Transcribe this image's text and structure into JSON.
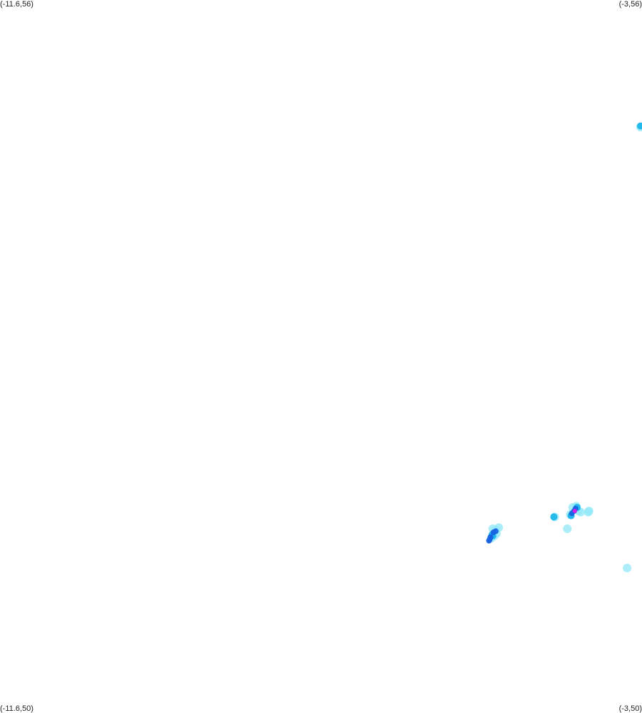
{
  "corners": {
    "nw": "(-11.6,56)",
    "ne": "(-3,56)",
    "sw": "(-11.6,50)",
    "se": "(-3,50)"
  },
  "bounds": {
    "lon_min": -11.6,
    "lon_max": -3,
    "lat_min": 50,
    "lat_max": 56
  },
  "colors": {
    "background": "#ffffff",
    "light": "#8fe8f8",
    "medium": "#16b4ea",
    "strong": "#1763e0",
    "peak": "#d21ee6"
  },
  "echoes": [
    {
      "lon": -3.02,
      "lat": 54.94,
      "intensity": "medium"
    },
    {
      "lon": -3.02,
      "lat": 54.93,
      "intensity": "light"
    },
    {
      "lon": -4.96,
      "lat": 51.54,
      "intensity": "light"
    },
    {
      "lon": -5.0,
      "lat": 51.55,
      "intensity": "light"
    },
    {
      "lon": -4.92,
      "lat": 51.56,
      "intensity": "light"
    },
    {
      "lon": -4.95,
      "lat": 51.51,
      "intensity": "light"
    },
    {
      "lon": -4.98,
      "lat": 51.49,
      "intensity": "light"
    },
    {
      "lon": -5.02,
      "lat": 51.47,
      "intensity": "light"
    },
    {
      "lon": -4.96,
      "lat": 51.53,
      "intensity": "strong"
    },
    {
      "lon": -4.99,
      "lat": 51.52,
      "intensity": "strong"
    },
    {
      "lon": -5.01,
      "lat": 51.5,
      "intensity": "medium"
    },
    {
      "lon": -5.03,
      "lat": 51.48,
      "intensity": "strong"
    },
    {
      "lon": -5.04,
      "lat": 51.46,
      "intensity": "strong"
    },
    {
      "lon": -5.05,
      "lat": 51.45,
      "intensity": "strong"
    },
    {
      "lon": -5.0,
      "lat": 51.49,
      "intensity": "medium"
    },
    {
      "lon": -3.93,
      "lat": 51.73,
      "intensity": "light"
    },
    {
      "lon": -3.88,
      "lat": 51.74,
      "intensity": "light"
    },
    {
      "lon": -3.85,
      "lat": 51.7,
      "intensity": "light"
    },
    {
      "lon": -3.82,
      "lat": 51.69,
      "intensity": "light"
    },
    {
      "lon": -3.96,
      "lat": 51.67,
      "intensity": "light"
    },
    {
      "lon": -3.91,
      "lat": 51.7,
      "intensity": "strong"
    },
    {
      "lon": -3.89,
      "lat": 51.72,
      "intensity": "strong"
    },
    {
      "lon": -3.94,
      "lat": 51.68,
      "intensity": "strong"
    },
    {
      "lon": -3.95,
      "lat": 51.66,
      "intensity": "medium"
    },
    {
      "lon": -3.87,
      "lat": 51.73,
      "intensity": "medium"
    },
    {
      "lon": -3.9,
      "lat": 51.7,
      "intensity": "peak"
    },
    {
      "lon": -3.71,
      "lat": 51.7,
      "intensity": "light"
    },
    {
      "lon": -3.72,
      "lat": 51.69,
      "intensity": "light"
    },
    {
      "lon": -4.17,
      "lat": 51.65,
      "intensity": "light"
    },
    {
      "lon": -4.18,
      "lat": 51.65,
      "intensity": "medium"
    },
    {
      "lon": -4.0,
      "lat": 51.55,
      "intensity": "light"
    },
    {
      "lon": -3.2,
      "lat": 51.22,
      "intensity": "light"
    }
  ]
}
